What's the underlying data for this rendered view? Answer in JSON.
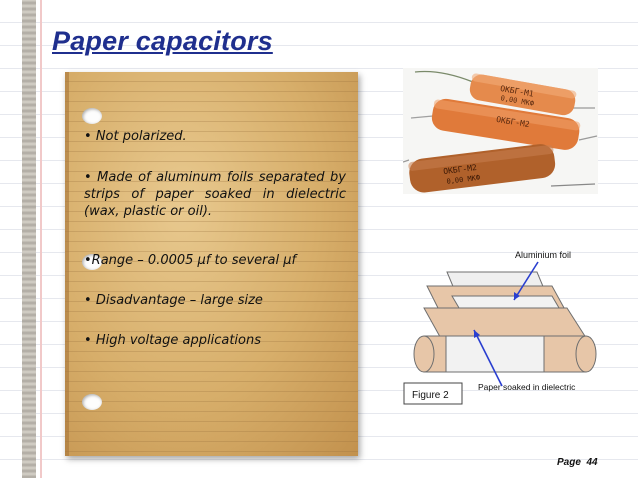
{
  "slide": {
    "title": "Paper capacitors",
    "bullets": [
      "Not polarized.",
      "Made of  aluminum foils separated by  strips  of  paper  soaked  in dielectric (wax, plastic or oil).",
      "Range – 0.0005 μf to several μf",
      "Disadvantage – large size",
      "High voltage applications"
    ],
    "bullet_symbol": "•"
  },
  "photo": {
    "labels": [
      "ОКБГ-М1",
      "0,00 МКФ",
      "ОКБГ-М2",
      "ОКБГ-М2",
      "0,00 МКФ"
    ]
  },
  "diagram": {
    "aluminium_label": "Aluminium foil",
    "paper_label": "Paper soaked in dielectric",
    "figure_label": "Figure 2"
  },
  "footer": {
    "page_label": "Page \u0001 44"
  },
  "colors": {
    "title": "#1f2f8e",
    "parchment": "#d7ae6a",
    "capacitor_orange": "#e07a3a",
    "capacitor_brown": "#b0612b"
  }
}
